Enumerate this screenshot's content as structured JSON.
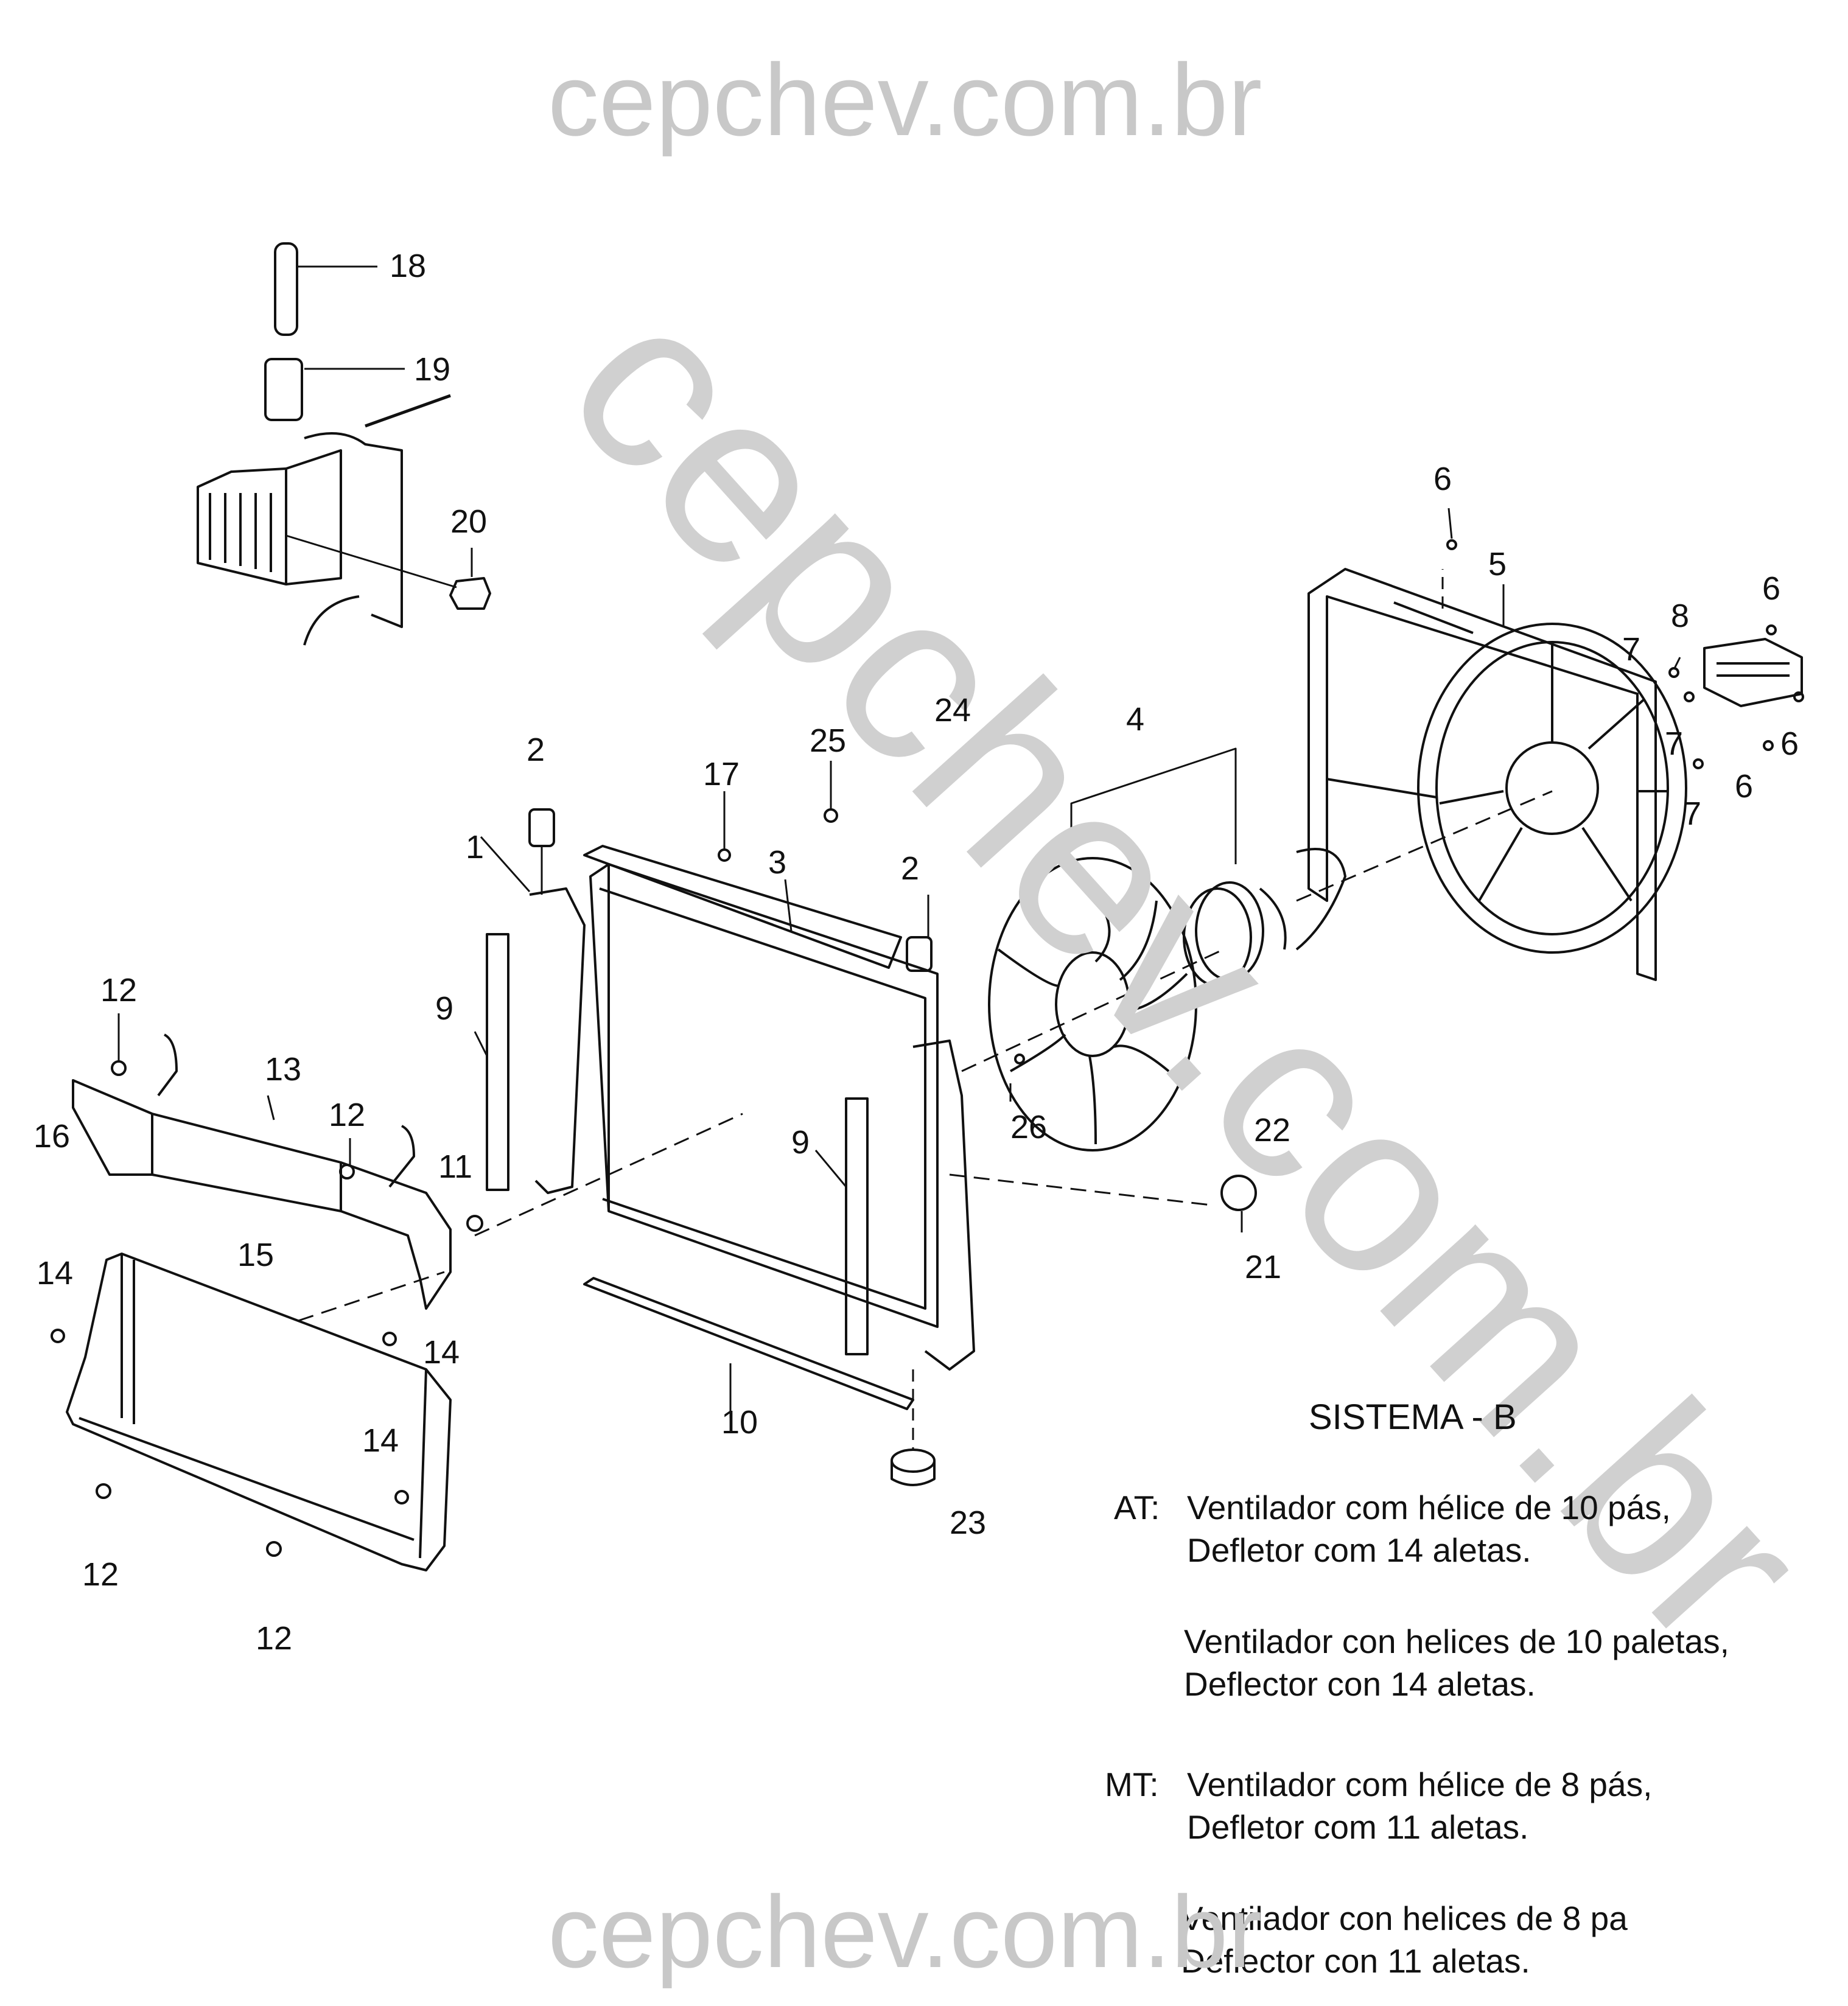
{
  "watermark": {
    "top": "cepchev.com.br",
    "diagonal": "cepchev.com.br",
    "bottom": "cepchev.com.br"
  },
  "callouts": [
    "18",
    "19",
    "20",
    "6",
    "5",
    "6",
    "8",
    "7",
    "7",
    "6",
    "7",
    "6",
    "4",
    "24",
    "25",
    "17",
    "2",
    "1",
    "3",
    "2",
    "9",
    "12",
    "13",
    "12",
    "16",
    "11",
    "9",
    "26",
    "22",
    "21",
    "14",
    "15",
    "14",
    "10",
    "14",
    "23",
    "12",
    "12"
  ],
  "legend": {
    "title": "SISTEMA - B",
    "at_key": "AT:",
    "mt_key": "MT:",
    "lines": [
      "Ventilador com hélice de 10 pás,",
      "Defletor com 14 aletas.",
      "Ventilador con helices de 10 paletas,",
      "Deflector con 14 aletas.",
      "Ventilador com hélice de 8 pás,",
      "Defletor com 11 aletas.",
      "Ventilador con helices de 8 pa",
      "Deflector con 11 aletas."
    ]
  }
}
